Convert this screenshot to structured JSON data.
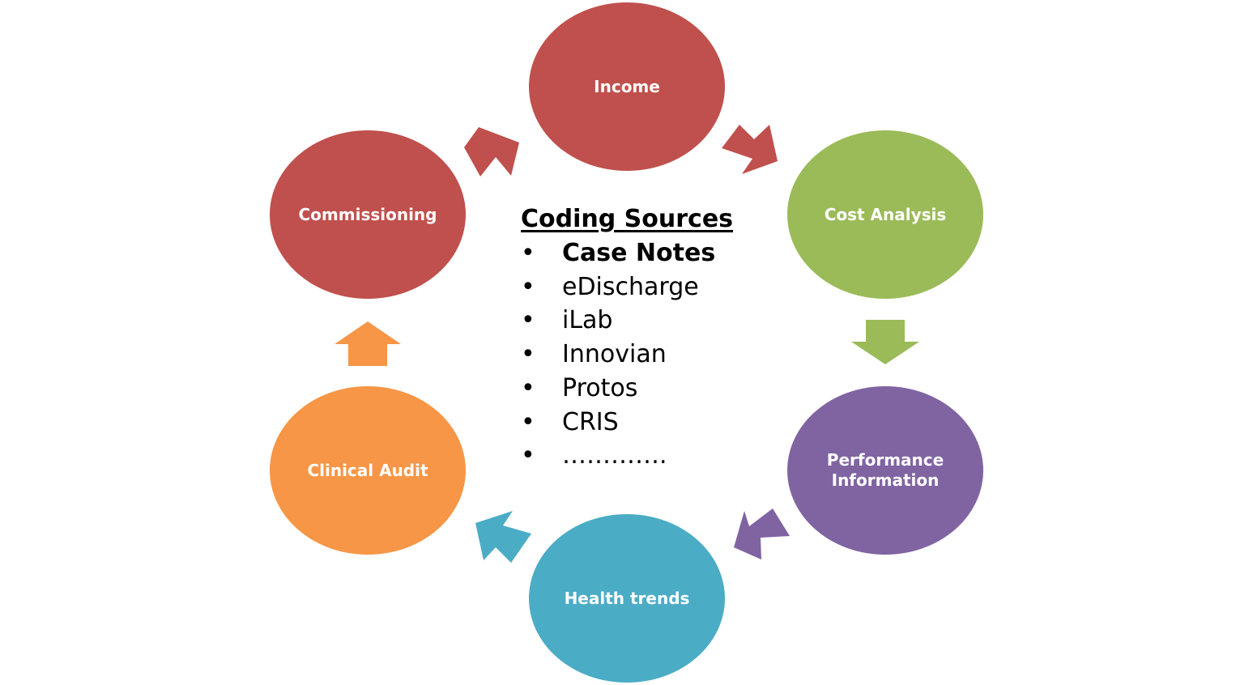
{
  "diagram": {
    "nodes": [
      {
        "id": "income",
        "label": "Income",
        "color": "#C0504D"
      },
      {
        "id": "cost",
        "label": "Cost Analysis",
        "color": "#9BBB59"
      },
      {
        "id": "performance",
        "label": "Performance\nInformation",
        "color": "#8064A2"
      },
      {
        "id": "health",
        "label": "Health trends",
        "color": "#4BACC6"
      },
      {
        "id": "clinical",
        "label": "Clinical Audit",
        "color": "#F79646"
      },
      {
        "id": "commissioning",
        "label": "Commissioning",
        "color": "#C0504D"
      }
    ],
    "edges": [
      {
        "from": "commissioning",
        "to": "income",
        "color": "#C0504D"
      },
      {
        "from": "income",
        "to": "cost",
        "color": "#C0504D"
      },
      {
        "from": "cost",
        "to": "performance",
        "color": "#9BBB59"
      },
      {
        "from": "performance",
        "to": "health",
        "color": "#8064A2"
      },
      {
        "from": "health",
        "to": "clinical",
        "color": "#4BACC6"
      },
      {
        "from": "clinical",
        "to": "commissioning",
        "color": "#F79646"
      }
    ]
  },
  "center": {
    "title": "Coding Sources",
    "bullet": "•",
    "items": [
      {
        "label": "Case Notes",
        "emphasis": true
      },
      {
        "label": "eDischarge",
        "emphasis": false
      },
      {
        "label": "iLab",
        "emphasis": false
      },
      {
        "label": "Innovian",
        "emphasis": false
      },
      {
        "label": "Protos",
        "emphasis": false
      },
      {
        "label": "CRIS",
        "emphasis": false
      },
      {
        "label": "………….",
        "emphasis": false
      }
    ]
  }
}
